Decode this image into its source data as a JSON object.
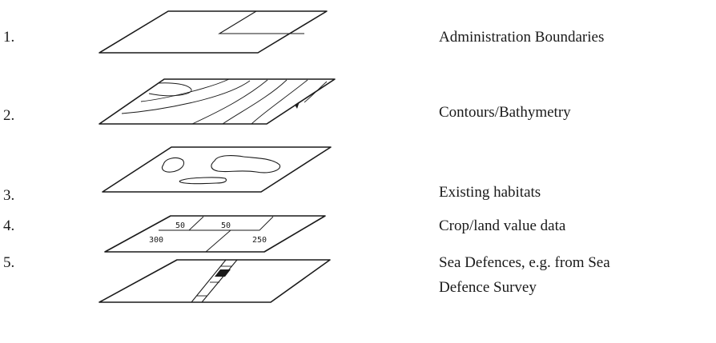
{
  "layers": [
    {
      "number": "1.",
      "label": "Administration Boundaries",
      "icon": "administration-boundaries-layer"
    },
    {
      "number": "2.",
      "label": "Contours/Bathymetry",
      "icon": "contours-bathymetry-layer"
    },
    {
      "number": "3.",
      "label": "Existing habitats",
      "icon": "existing-habitats-layer"
    },
    {
      "number": "4.",
      "label": "Crop/land value data",
      "icon": "crop-land-value-layer",
      "values": [
        "50",
        "50",
        "300",
        "250"
      ]
    },
    {
      "number": "5.",
      "label_lines": [
        "Sea Defences, e.g. from Sea",
        "Defence Survey"
      ],
      "icon": "sea-defences-layer"
    }
  ]
}
